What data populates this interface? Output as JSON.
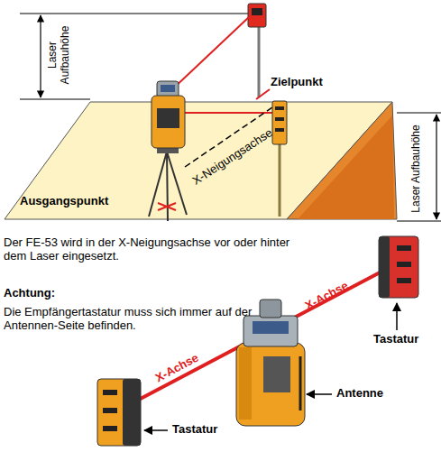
{
  "diagram": {
    "labels": [
      "Laser Aufbauhöhe",
      "Zielpunkt",
      "X-Neigungsachse",
      "Laser Aufbauhöhe",
      "Ausgangspunkt",
      "Der FE-53 wird in der X-Neigungsachse vor oder hinter dem Laser eingesetzt.",
      "Achtung:",
      "Die Empfängertastatur muss sich immer auf der Antennen-Seite befinden.",
      "X-Achse",
      "Tastatur",
      "X-Achse",
      "Antenne",
      "Tastatur"
    ]
  }
}
